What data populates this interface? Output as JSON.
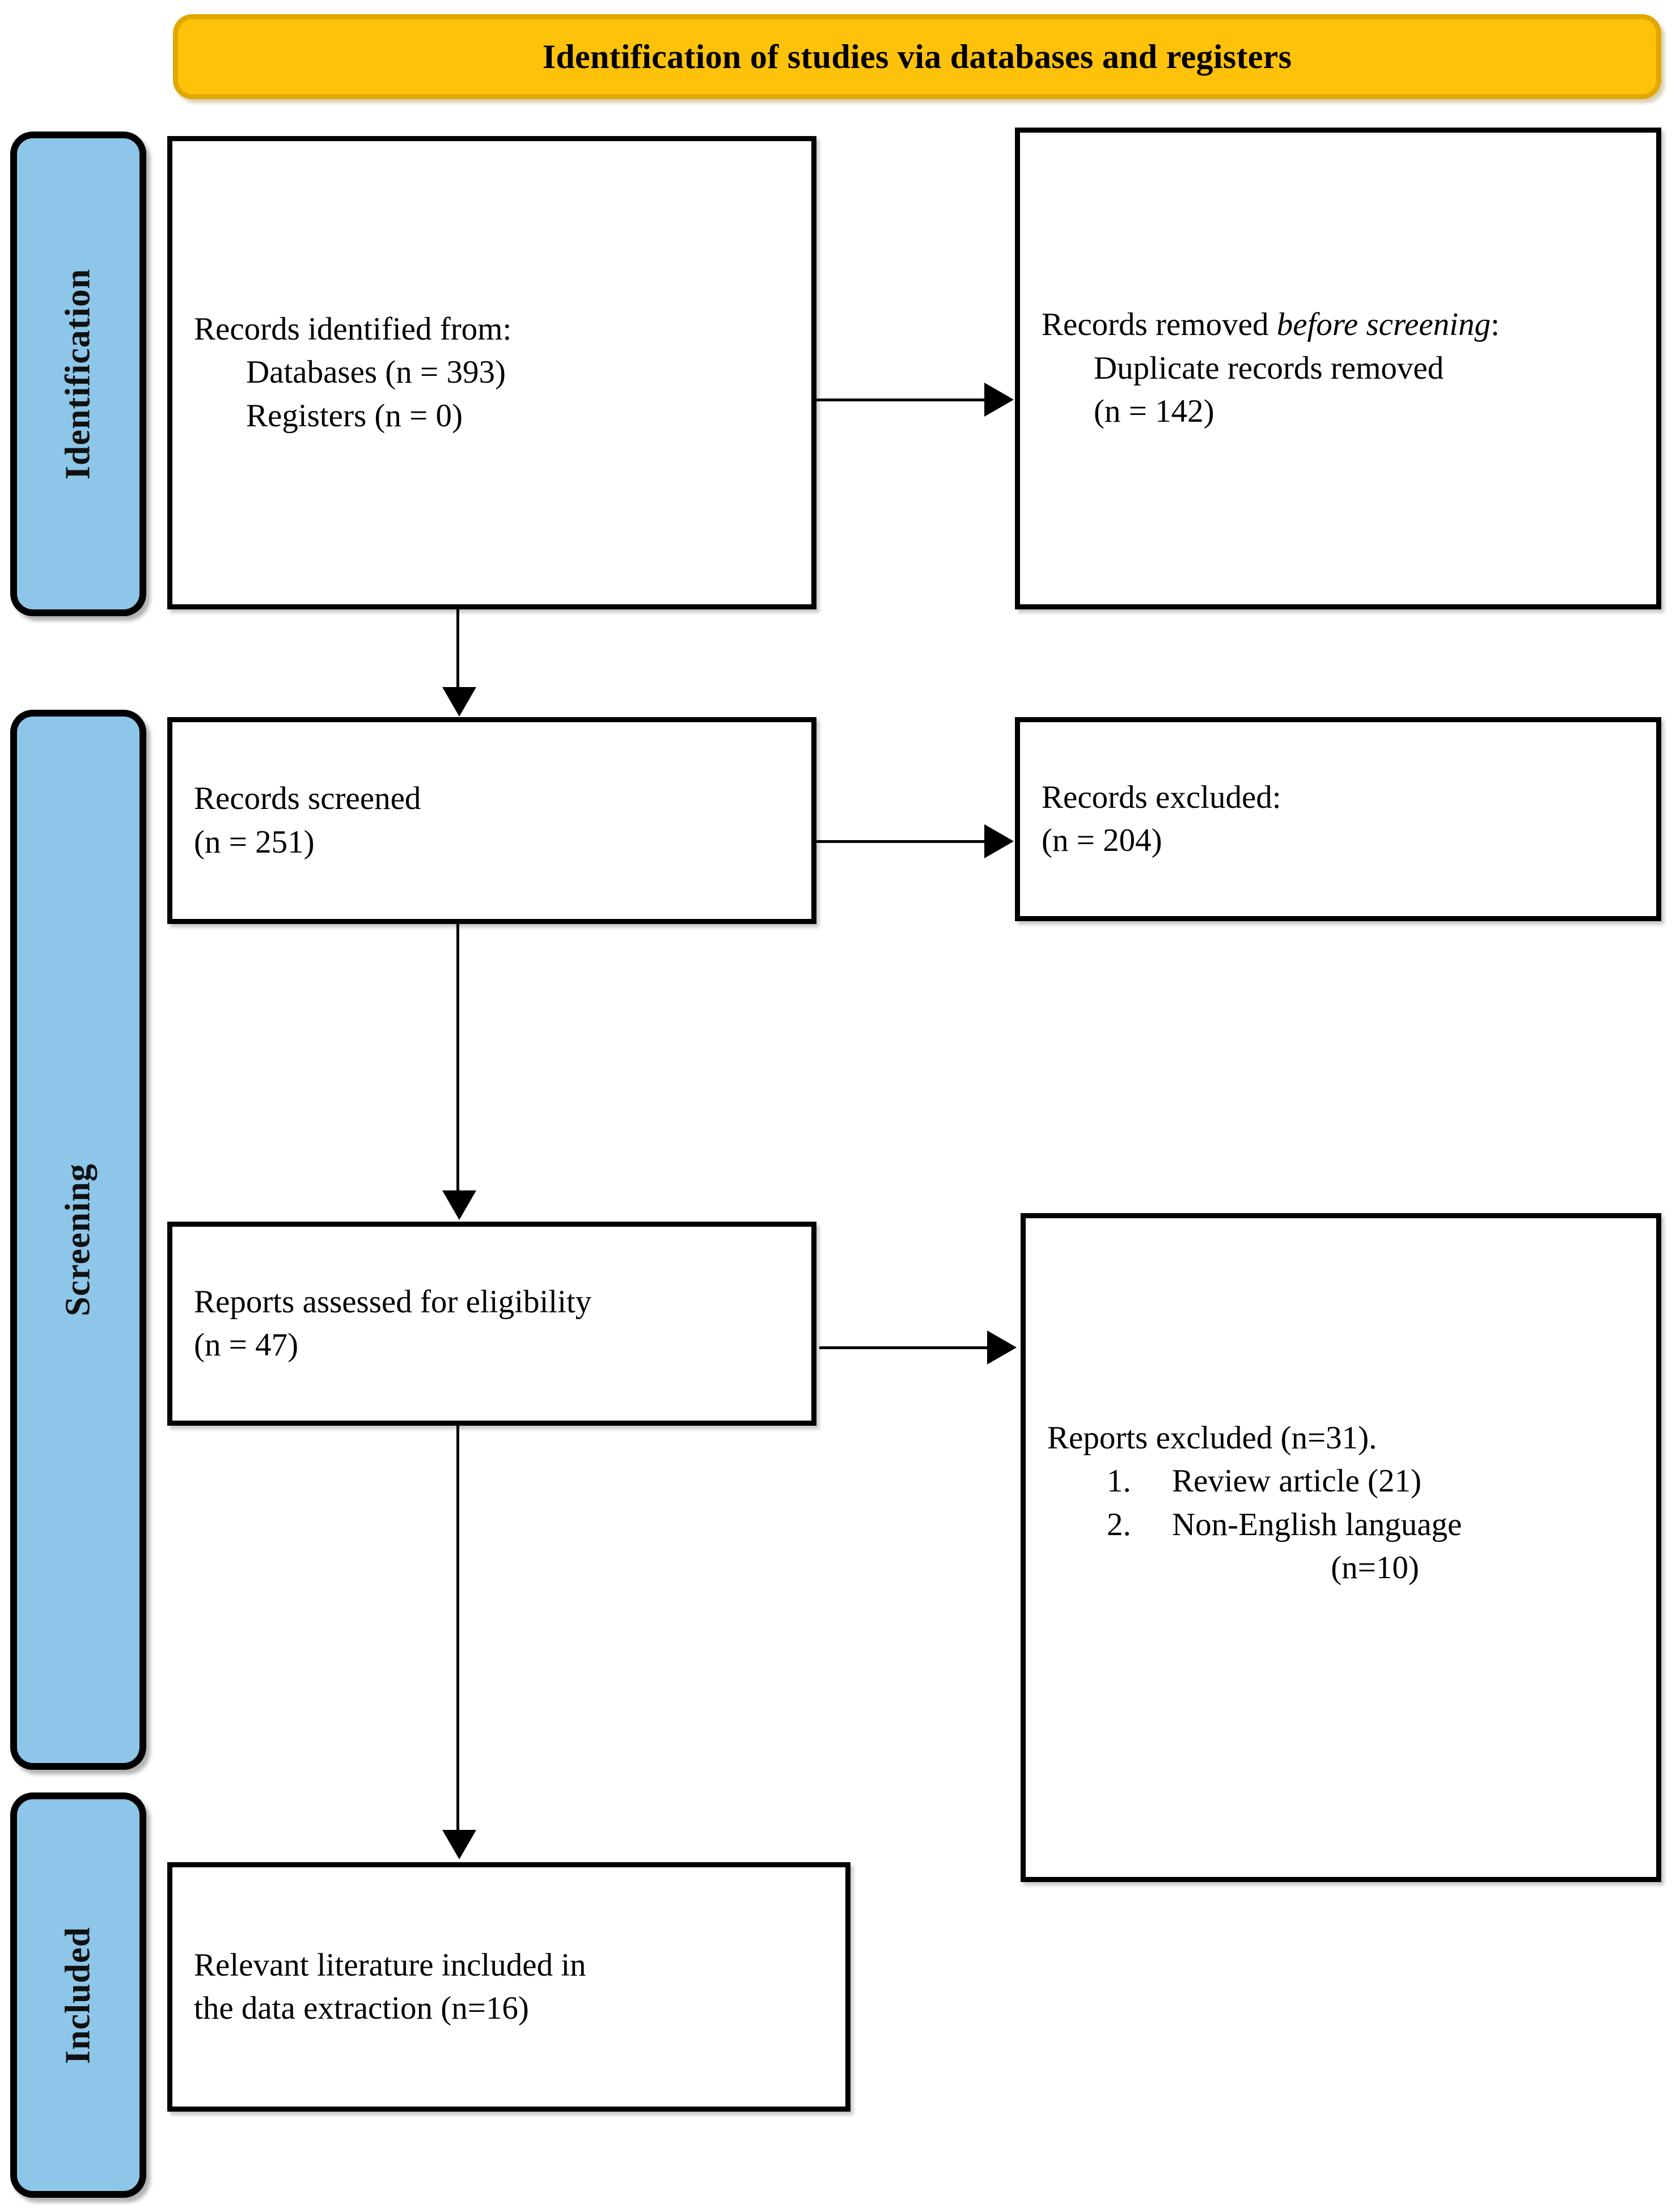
{
  "title": {
    "text": "Identification of studies via databases and registers",
    "background_color": "#FFC20A",
    "border_color": "#E0A800"
  },
  "stages": {
    "accent_color": "#8DC6E8",
    "items": [
      {
        "id": "identification",
        "label": "Identification"
      },
      {
        "id": "screening",
        "label": "Screening"
      },
      {
        "id": "included",
        "label": "Included"
      }
    ]
  },
  "boxes": {
    "identified": {
      "line1": "Records identified from:",
      "line2": "Databases (n = 393)",
      "line3": "Registers (n = 0)"
    },
    "removed": {
      "line1_lead": "Records removed ",
      "line1_italic": "before",
      "line2_italic": "screening",
      "line2_colon": ":",
      "line3": "Duplicate records removed",
      "line4": "(n = 142)"
    },
    "screened": {
      "line1": "Records screened",
      "line2": "(n = 251)"
    },
    "records_excluded": {
      "line1": "Records excluded:",
      "line2": "(n = 204)"
    },
    "eligibility": {
      "line1": "Reports assessed for eligibility",
      "line2": "(n = 47)"
    },
    "reports_excluded": {
      "heading": "Reports excluded (n=31).",
      "items": [
        {
          "num": "1.",
          "text": "Review article (21)"
        },
        {
          "num": "2.",
          "text": "Non-English language"
        }
      ],
      "trailing": "(n=10)"
    },
    "included": {
      "line1": "Relevant literature included in",
      "line2": "the data extraction (n=16)"
    }
  },
  "connectors": [
    {
      "id": "identified-to-screened",
      "type": "arrow-down"
    },
    {
      "id": "screened-to-eligibility",
      "type": "arrow-down"
    },
    {
      "id": "eligibility-to-included",
      "type": "arrow-down"
    },
    {
      "id": "identified-to-removed",
      "type": "arrow-right"
    },
    {
      "id": "screened-to-records-excluded",
      "type": "arrow-right"
    },
    {
      "id": "eligibility-to-reports-excluded",
      "type": "arrow-right"
    }
  ]
}
